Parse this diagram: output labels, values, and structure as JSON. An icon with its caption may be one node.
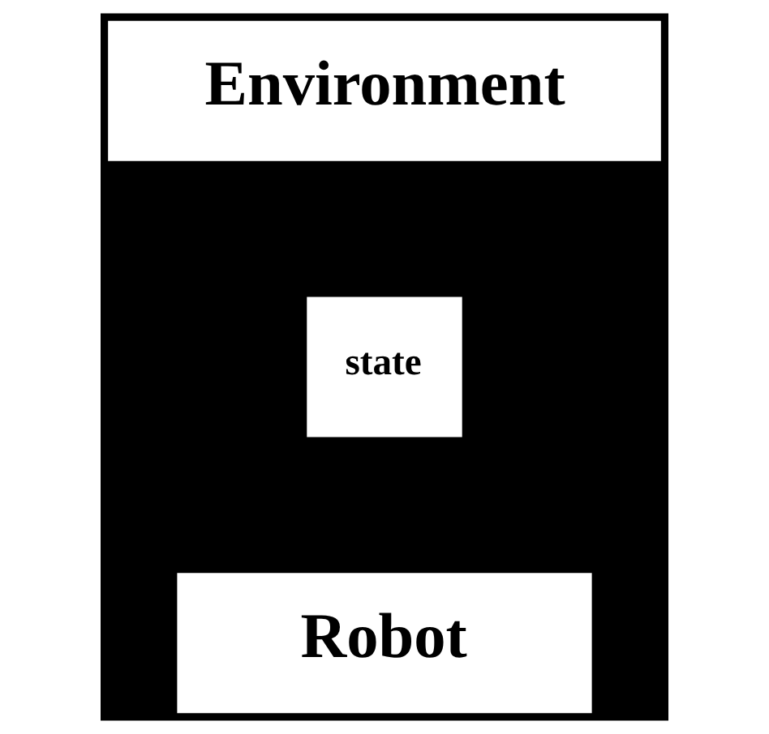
{
  "diagram": {
    "nodes": [
      {
        "text": [
          "Environment"
        ]
      },
      {
        "text": [
          "state"
        ]
      },
      {
        "text": [
          "Robot"
        ]
      }
    ]
  }
}
